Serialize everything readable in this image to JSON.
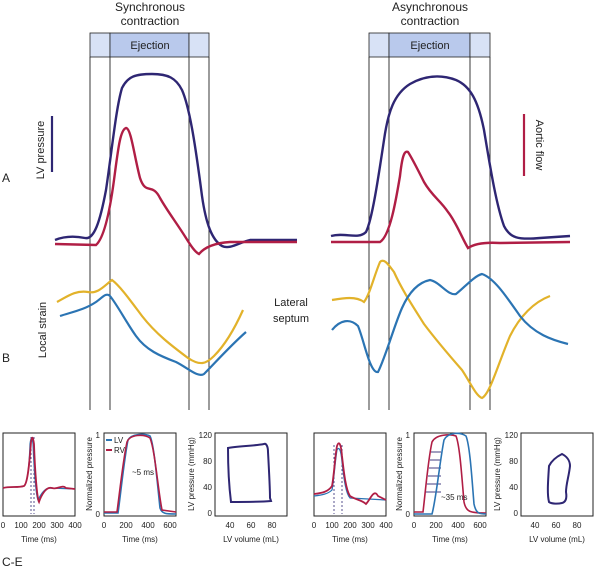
{
  "colors": {
    "lv": "#2e2673",
    "aortic": "#b01e45",
    "strain_yellow": "#e2b22a",
    "strain_blue": "#2b74b3",
    "lv_blue": "#2b74b3",
    "rv_red": "#b01e45",
    "ejection_fill": "#b9c9ec",
    "ejection_side": "#d8e2f6"
  },
  "headers": {
    "left_line1": "Synchronous",
    "left_line2": "contraction",
    "right_line1": "Asynchronous",
    "right_line2": "contraction",
    "ejection": "Ejection"
  },
  "labels": {
    "lv_pressure": "LV pressure",
    "aortic_flow": "Aortic flow",
    "local_strain": "Local strain",
    "lateral": "Lateral",
    "septum": "septum",
    "panel_a": "A",
    "panel_b": "B",
    "panel_ce": "C-E"
  },
  "small_plots": {
    "time_axis_label": "Time (ms)",
    "norm_pressure_label": "Normalized pressure",
    "lv_pressure_label": "LV pressure (mmHg)",
    "lv_volume_label": "LV volume (mL)",
    "legend_lv": "LV",
    "legend_rv": "RV",
    "delay_sync": "~5 ms",
    "delay_async": "~35 ms",
    "time_ticks_c": [
      "0",
      "100",
      "200",
      "300",
      "400"
    ],
    "time_ticks_d": [
      "0",
      "200",
      "400",
      "600"
    ],
    "norm_ticks": [
      "0",
      "1"
    ],
    "pressure_ticks": [
      "0",
      "40",
      "80",
      "120"
    ],
    "volume_ticks": [
      "40",
      "60",
      "80"
    ]
  }
}
